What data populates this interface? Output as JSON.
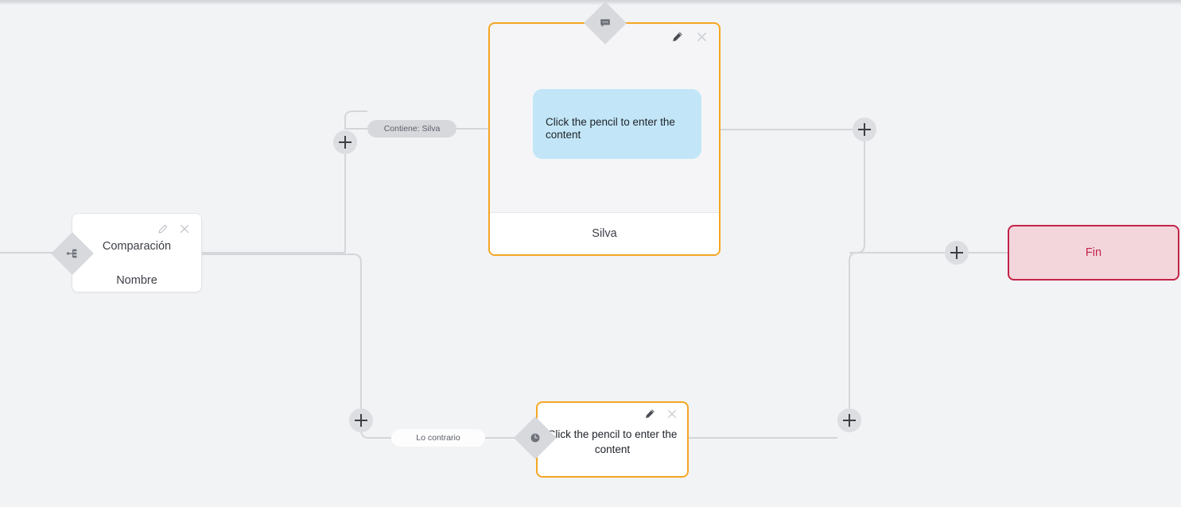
{
  "canvas": {
    "background_color": "#f2f3f5",
    "connector_color": "#d4d6da"
  },
  "nodes": {
    "comparison": {
      "badge_icon": "branch-split-icon",
      "title": "Comparación",
      "subtitle": "Nombre",
      "edit_icon": "pencil-icon",
      "close_icon": "close-icon"
    },
    "message_top": {
      "badge_icon": "speech-bubble-icon",
      "edit_icon": "pencil-icon",
      "close_icon": "close-icon",
      "bubble_text": "Click the pencil to enter the content",
      "footer_label": "Silva",
      "accent_color": "#f5a623",
      "bubble_color": "#c2e6f7"
    },
    "message_bottom": {
      "badge_icon": "clock-icon",
      "edit_icon": "pencil-icon",
      "close_icon": "close-icon",
      "text": "Click the pencil to enter the content",
      "accent_color": "#f5a623"
    },
    "end": {
      "label": "Fin",
      "border_color": "#c42348",
      "fill_color": "#f2d6dc"
    }
  },
  "edge_labels": {
    "true_branch": "Contiene: Silva",
    "false_branch": "Lo contrario"
  },
  "add_buttons": [
    {
      "name": "add-node-top-left",
      "icon": "plus-icon"
    },
    {
      "name": "add-node-bottom-left",
      "icon": "plus-icon"
    },
    {
      "name": "add-node-top-right",
      "icon": "plus-icon"
    },
    {
      "name": "add-node-bottom-right",
      "icon": "plus-icon"
    },
    {
      "name": "add-node-before-end",
      "icon": "plus-icon"
    }
  ]
}
